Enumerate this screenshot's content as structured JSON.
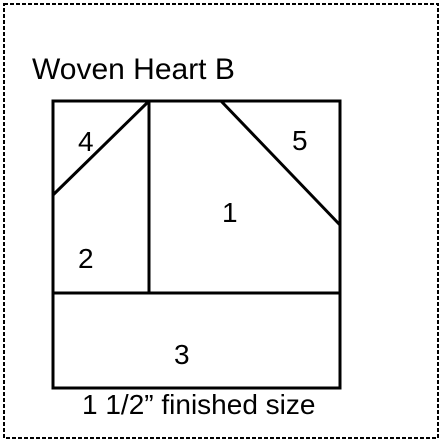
{
  "title": "Woven Heart B",
  "caption": "1 1/2” finished size",
  "pieces": [
    {
      "id": "piece-1",
      "label": "1"
    },
    {
      "id": "piece-2",
      "label": "2"
    },
    {
      "id": "piece-3",
      "label": "3"
    },
    {
      "id": "piece-4",
      "label": "4"
    },
    {
      "id": "piece-5",
      "label": "5"
    }
  ]
}
